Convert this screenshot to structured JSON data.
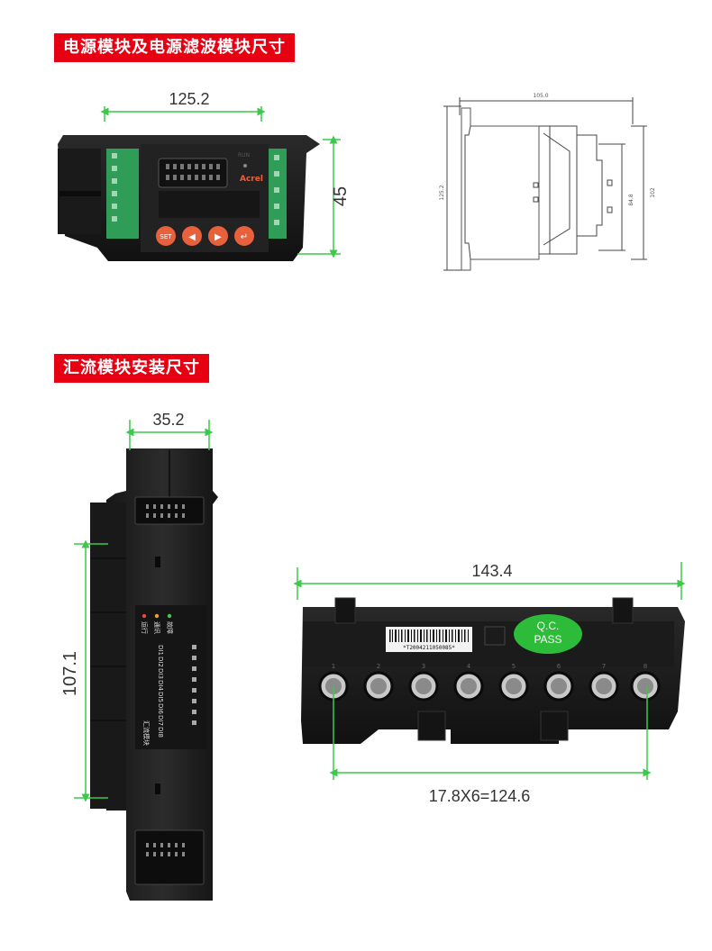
{
  "sections": {
    "power_title": "电源模块及电源滤波模块尺寸",
    "combiner_title": "汇流模块安装尺寸"
  },
  "power_module": {
    "width_dim": "125.2",
    "height_dim": "45",
    "brand": "Acrel",
    "run_label": "RUN",
    "buttons": [
      "SET",
      "◀",
      "▶",
      "↵"
    ]
  },
  "drawing": {
    "top_dim": "105.0",
    "left_dim": "125.2",
    "right_dim_inner": "84.8",
    "right_dim_outer": "102"
  },
  "combiner_side": {
    "width_dim": "35.2",
    "height_dim": "107.1",
    "led_labels": [
      "运行",
      "通讯",
      "故障"
    ],
    "channel_labels": [
      "DI1",
      "DI2",
      "DI3",
      "DI4",
      "DI5",
      "DI6",
      "DI7",
      "DI8"
    ],
    "module_label": "汇流模块"
  },
  "combiner_front": {
    "width_dim": "143.4",
    "pitch_dim": "17.8X6=124.6",
    "barcode_text": "*T2004211050085*",
    "qc_line1": "Q.C.",
    "qc_line2": "PASS",
    "hole_numbers": [
      "1",
      "2",
      "3",
      "4",
      "5",
      "6",
      "7",
      "8"
    ]
  },
  "colors": {
    "tag_red": "#e60012",
    "dim_green": "#3cc84a",
    "qc_green": "#2dbb3a",
    "button_orange": "#e8603c",
    "housing_black": "#1c1c1c"
  }
}
